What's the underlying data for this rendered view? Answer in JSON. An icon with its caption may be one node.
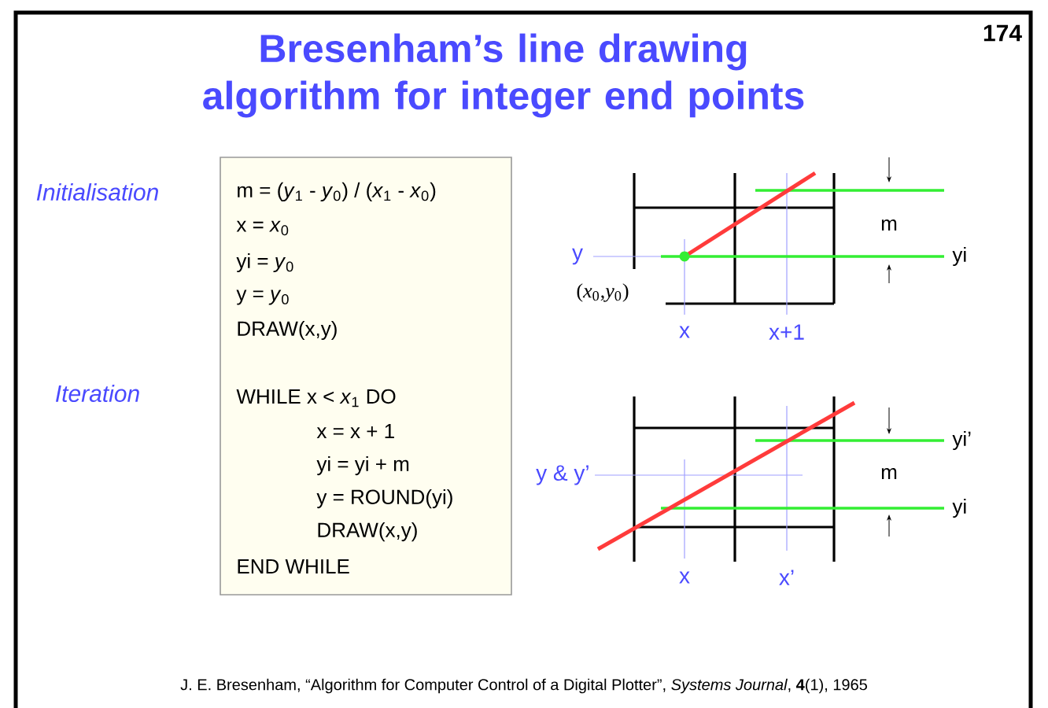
{
  "diagram": {
    "title": "Bresenham’s line drawing algorithm for integer end points",
    "caption": "J. E. Bresenham, “Algorithm for Computer Control of a Digital Plotter”, *Systems Journal*, **4**(1), 1965",
    "nodes": [
      {
        "text": [
          "m = (*y*$_{1}$ - *y*$_{0}$) / (*x*$_{1}$ - *x*$_{0}$)",
          "x = *x*$_{0}$",
          "yi = *y*$_{0}$",
          "y = *y*$_{0}$",
          "DRAW(x,y)",
          "WHILE x < *x*$_{1}$ DO",
          "x = x + 1",
          "yi = yi + m",
          "y = ROUND(yi)",
          "DRAW(x,y)",
          "END WHILE"
        ]
      }
    ],
    "labels": [
      "174",
      "Initialisation",
      "Iteration",
      "m",
      "y",
      "yi",
      "(*x*$_{0}$,*y*$_{0}$)",
      "x",
      "x+1",
      "yi’",
      "m",
      "y & y’",
      "yi",
      "x",
      "x’"
    ]
  }
}
